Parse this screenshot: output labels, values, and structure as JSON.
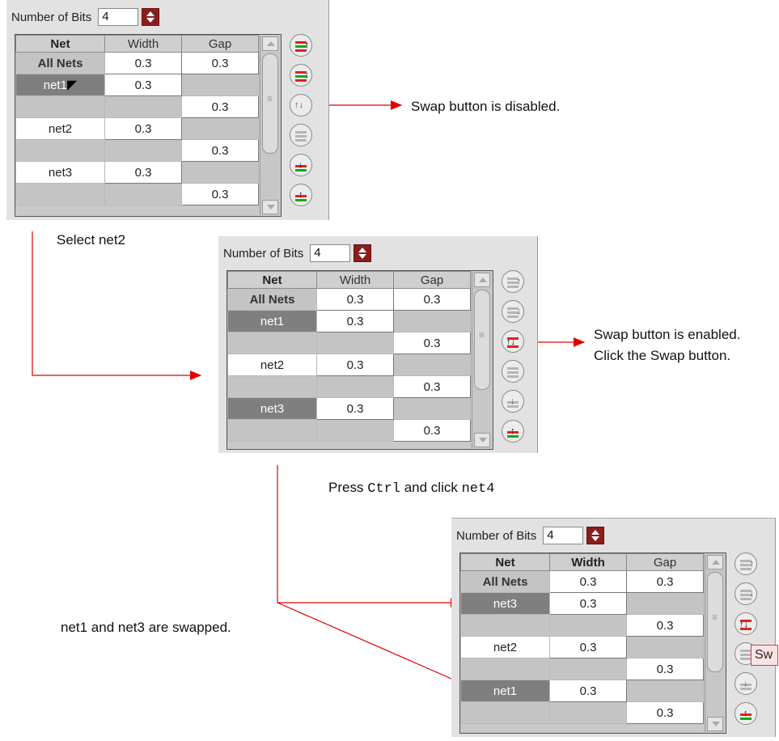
{
  "panel_common": {
    "bits_label": "Number of Bits",
    "bits_value": "4",
    "headers": [
      "Net",
      "Width",
      "Gap"
    ]
  },
  "panel1": {
    "rows": [
      {
        "net": "All Nets",
        "width": "0.3",
        "gap": "0.3"
      },
      {
        "net": "net1",
        "width": "0.3",
        "gap": ""
      },
      {
        "net": "",
        "width": "",
        "gap": "0.3"
      },
      {
        "net": "net2",
        "width": "0.3",
        "gap": ""
      },
      {
        "net": "",
        "width": "",
        "gap": "0.3"
      },
      {
        "net": "net3",
        "width": "0.3",
        "gap": ""
      },
      {
        "net": "",
        "width": "",
        "gap": "0.3"
      }
    ]
  },
  "panel2": {
    "rows": [
      {
        "net": "All Nets",
        "width": "0.3",
        "gap": "0.3"
      },
      {
        "net": "net1",
        "width": "0.3",
        "gap": ""
      },
      {
        "net": "",
        "width": "",
        "gap": "0.3"
      },
      {
        "net": "net2",
        "width": "0.3",
        "gap": ""
      },
      {
        "net": "",
        "width": "",
        "gap": "0.3"
      },
      {
        "net": "net3",
        "width": "0.3",
        "gap": ""
      },
      {
        "net": "",
        "width": "",
        "gap": "0.3"
      }
    ]
  },
  "panel3": {
    "rows": [
      {
        "net": "All Nets",
        "width": "0.3",
        "gap": "0.3"
      },
      {
        "net": "net3",
        "width": "0.3",
        "gap": ""
      },
      {
        "net": "",
        "width": "",
        "gap": "0.3"
      },
      {
        "net": "net2",
        "width": "0.3",
        "gap": ""
      },
      {
        "net": "",
        "width": "",
        "gap": "0.3"
      },
      {
        "net": "net1",
        "width": "0.3",
        "gap": ""
      },
      {
        "net": "",
        "width": "",
        "gap": "0.3"
      }
    ],
    "tooltip": "Sw"
  },
  "annotations": {
    "swap_disabled": "Swap button is disabled.",
    "select_net2": "Select net2",
    "swap_enabled": "Swap button is enabled.",
    "click_swap": "Click the Swap button.",
    "press": "Press ",
    "ctrl": "Ctrl",
    "and_click": " and click ",
    "net4": "net4",
    "swapped": "net1 and net3 are swapped."
  },
  "colors": {
    "arrow": "#e00000",
    "spin": "#8c1d1d",
    "selected_row": "#7f7f7f"
  },
  "icons": [
    "move-up-icon",
    "move-down-icon",
    "swap-icon",
    "list-icon",
    "bottom-icon",
    "top-icon",
    "mouse-cursor-icon"
  ]
}
